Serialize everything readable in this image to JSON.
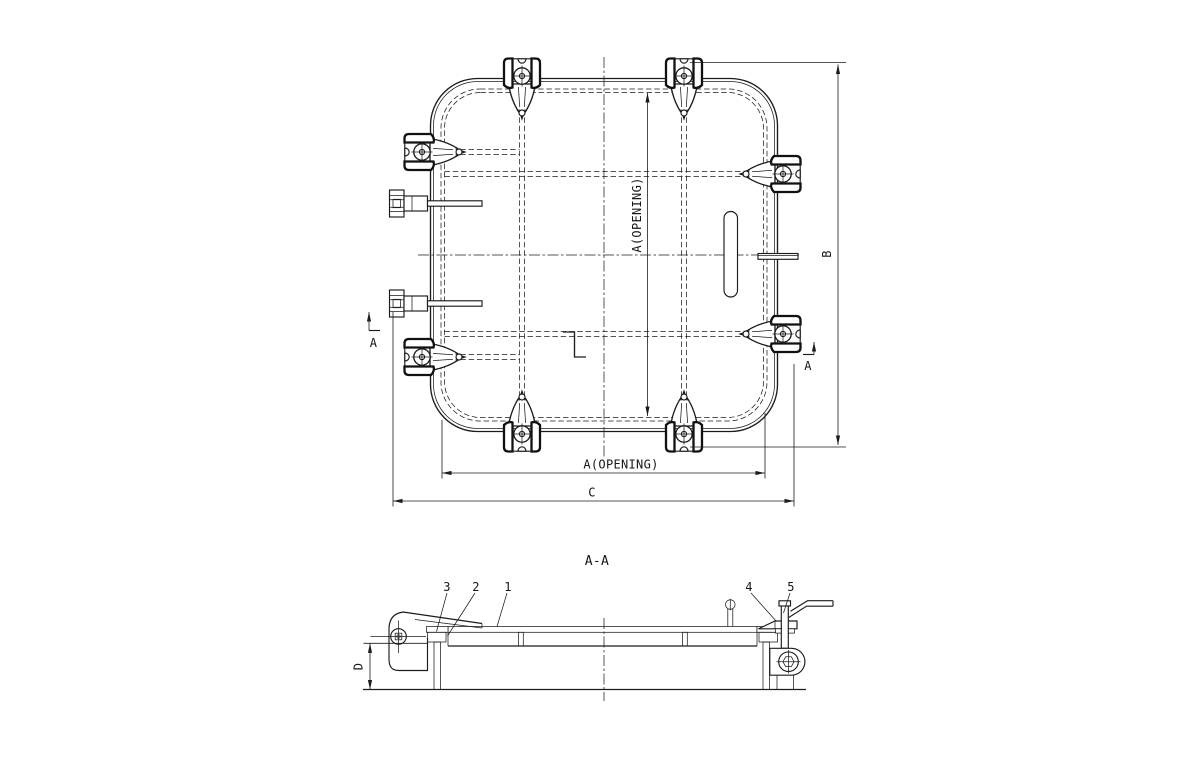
{
  "drawing": {
    "section_title": "A-A",
    "labels": {
      "opening_h": "A(OPENING)",
      "opening_v": "A(OPENING)",
      "overall_height": "B",
      "overall_width": "C",
      "depth": "D",
      "section_marker_left": "A",
      "section_marker_right": "A"
    },
    "parts": [
      {
        "number": "1"
      },
      {
        "number": "2"
      },
      {
        "number": "3"
      },
      {
        "number": "4"
      },
      {
        "number": "5"
      }
    ],
    "colors": {
      "line": "#1c1c1c",
      "background": "#ffffff"
    }
  }
}
